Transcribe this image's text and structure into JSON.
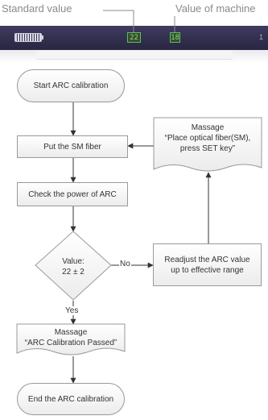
{
  "device_screen": {
    "standard_value_label": "Standard value",
    "machine_value_label": "Value of machine",
    "standard_value": "22",
    "machine_value": "18",
    "screen_index": "1",
    "battery_icon": "battery-icon"
  },
  "flowchart": {
    "start": "Start ARC calibration",
    "step_put_fiber": "Put the SM fiber",
    "step_check_power": "Check the power of ARC",
    "decision_title": "Value:",
    "decision_value": "22 ± 2",
    "readjust": [
      "Readjust the ARC value",
      "up to effective range"
    ],
    "message_place": {
      "title": "Massage",
      "lines": [
        "“Place optical fiber(SM),",
        "press SET key”"
      ]
    },
    "message_passed": {
      "title": "Massage",
      "line": "“ARC Calibration Passed”"
    },
    "end": "End the ARC calibration",
    "edge_no": "No",
    "edge_yes": "Yes"
  }
}
